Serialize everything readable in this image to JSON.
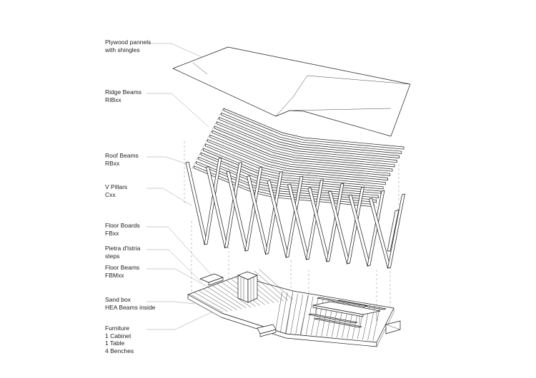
{
  "labels": [
    {
      "id": "plywood",
      "lines": [
        "Plywood pannels",
        "with shingles"
      ]
    },
    {
      "id": "ridge",
      "lines": [
        "Ridge Beams",
        "RIBxx"
      ]
    },
    {
      "id": "roof",
      "lines": [
        "Roof Beams",
        "RBxx"
      ]
    },
    {
      "id": "pillars",
      "lines": [
        "V Pillars",
        "Cxx"
      ]
    },
    {
      "id": "floorboards",
      "lines": [
        "Floor Boards",
        "FBxx"
      ]
    },
    {
      "id": "steps",
      "lines": [
        "Pietra d'Istria",
        "steps"
      ]
    },
    {
      "id": "floorbeams",
      "lines": [
        "Floor Beams",
        "FBMxx"
      ]
    },
    {
      "id": "sandbox",
      "lines": [
        "Sand box",
        "HEA Beams inside"
      ]
    },
    {
      "id": "furniture",
      "lines": [
        "Furniture",
        "1 Cabinet",
        "1 Table",
        "4 Benches"
      ]
    }
  ]
}
